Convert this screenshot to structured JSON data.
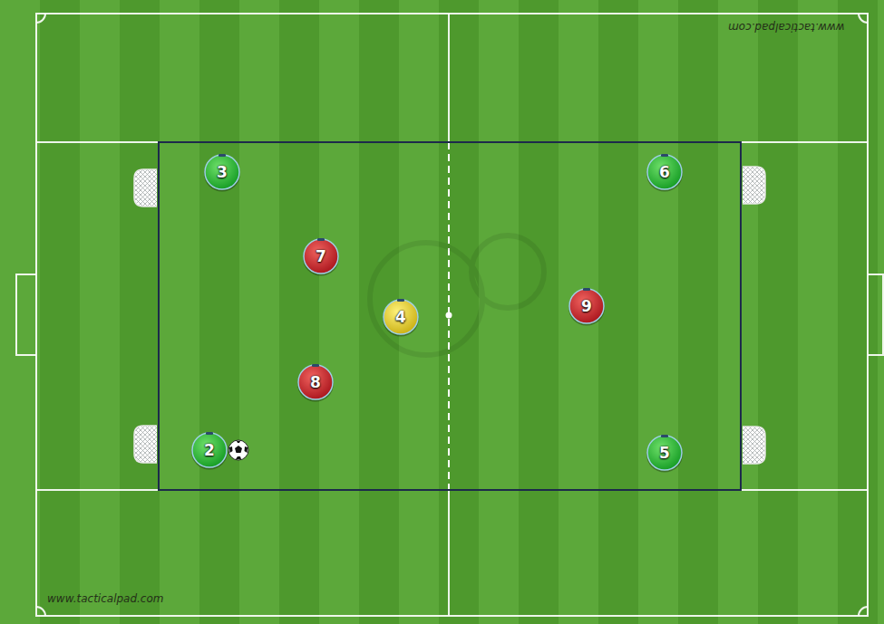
{
  "diagram": {
    "nodes": [
      {
        "text": [
          "3"
        ]
      },
      {
        "text": [
          "6"
        ]
      },
      {
        "text": [
          "7"
        ]
      },
      {
        "text": [
          "4"
        ]
      },
      {
        "text": [
          "9"
        ]
      },
      {
        "text": [
          "8"
        ]
      },
      {
        "text": [
          "2"
        ]
      },
      {
        "text": [
          "5"
        ]
      }
    ],
    "labels": [
      "www.tacticalpad.com",
      "www.tacticalpad.com"
    ]
  }
}
